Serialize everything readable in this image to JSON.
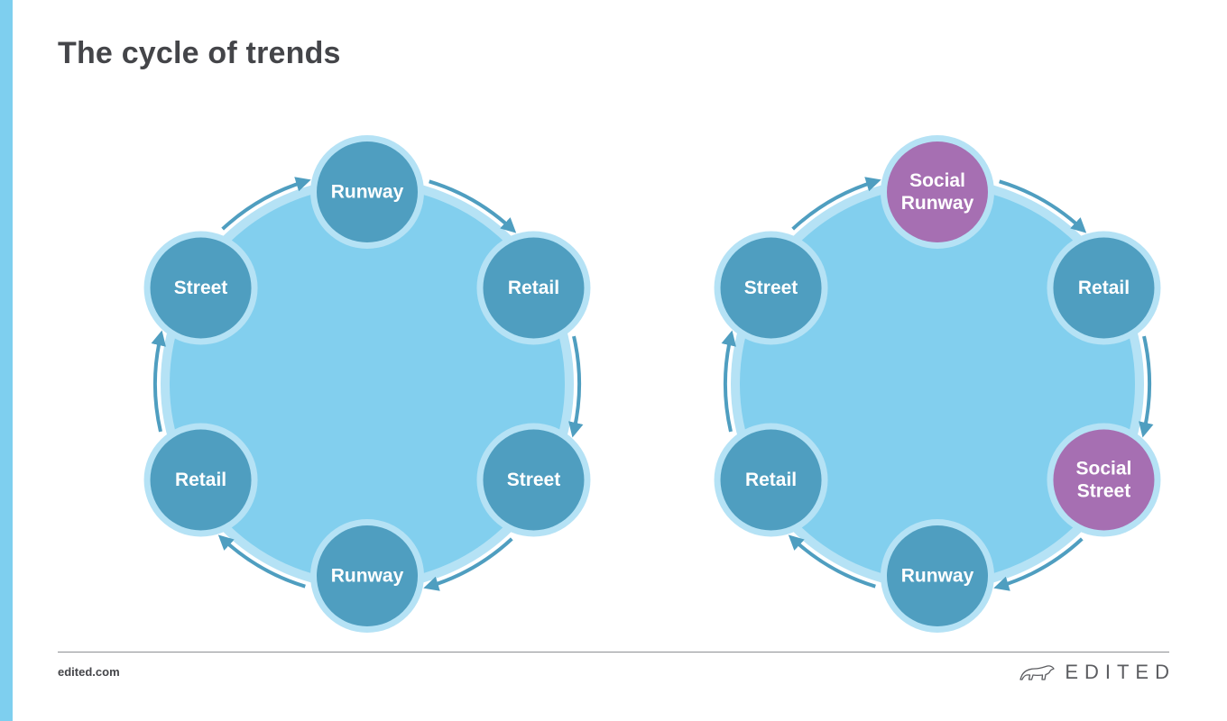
{
  "header": {
    "title": "The cycle of trends"
  },
  "footer": {
    "url": "edited.com",
    "logo_text": "EDITED"
  },
  "colors": {
    "accent_bar": "#7ecfef",
    "ring_fill": "#82cfee",
    "ring_outline": "#b5e2f5",
    "node_blue": "#4f9ec0",
    "node_purple": "#a66fb2",
    "node_halo": "#b5e2f5",
    "arrow": "#4f9ec0"
  },
  "diagrams": [
    {
      "nodes": [
        {
          "lines": [
            "Runway"
          ],
          "color": "node_blue"
        },
        {
          "lines": [
            "Retail"
          ],
          "color": "node_blue"
        },
        {
          "lines": [
            "Street"
          ],
          "color": "node_blue"
        },
        {
          "lines": [
            "Runway"
          ],
          "color": "node_blue"
        },
        {
          "lines": [
            "Retail"
          ],
          "color": "node_blue"
        },
        {
          "lines": [
            "Street"
          ],
          "color": "node_blue"
        }
      ]
    },
    {
      "nodes": [
        {
          "lines": [
            "Social",
            "Runway"
          ],
          "color": "node_purple"
        },
        {
          "lines": [
            "Retail"
          ],
          "color": "node_blue"
        },
        {
          "lines": [
            "Social",
            "Street"
          ],
          "color": "node_purple"
        },
        {
          "lines": [
            "Runway"
          ],
          "color": "node_blue"
        },
        {
          "lines": [
            "Retail"
          ],
          "color": "node_blue"
        },
        {
          "lines": [
            "Street"
          ],
          "color": "node_blue"
        }
      ]
    }
  ]
}
